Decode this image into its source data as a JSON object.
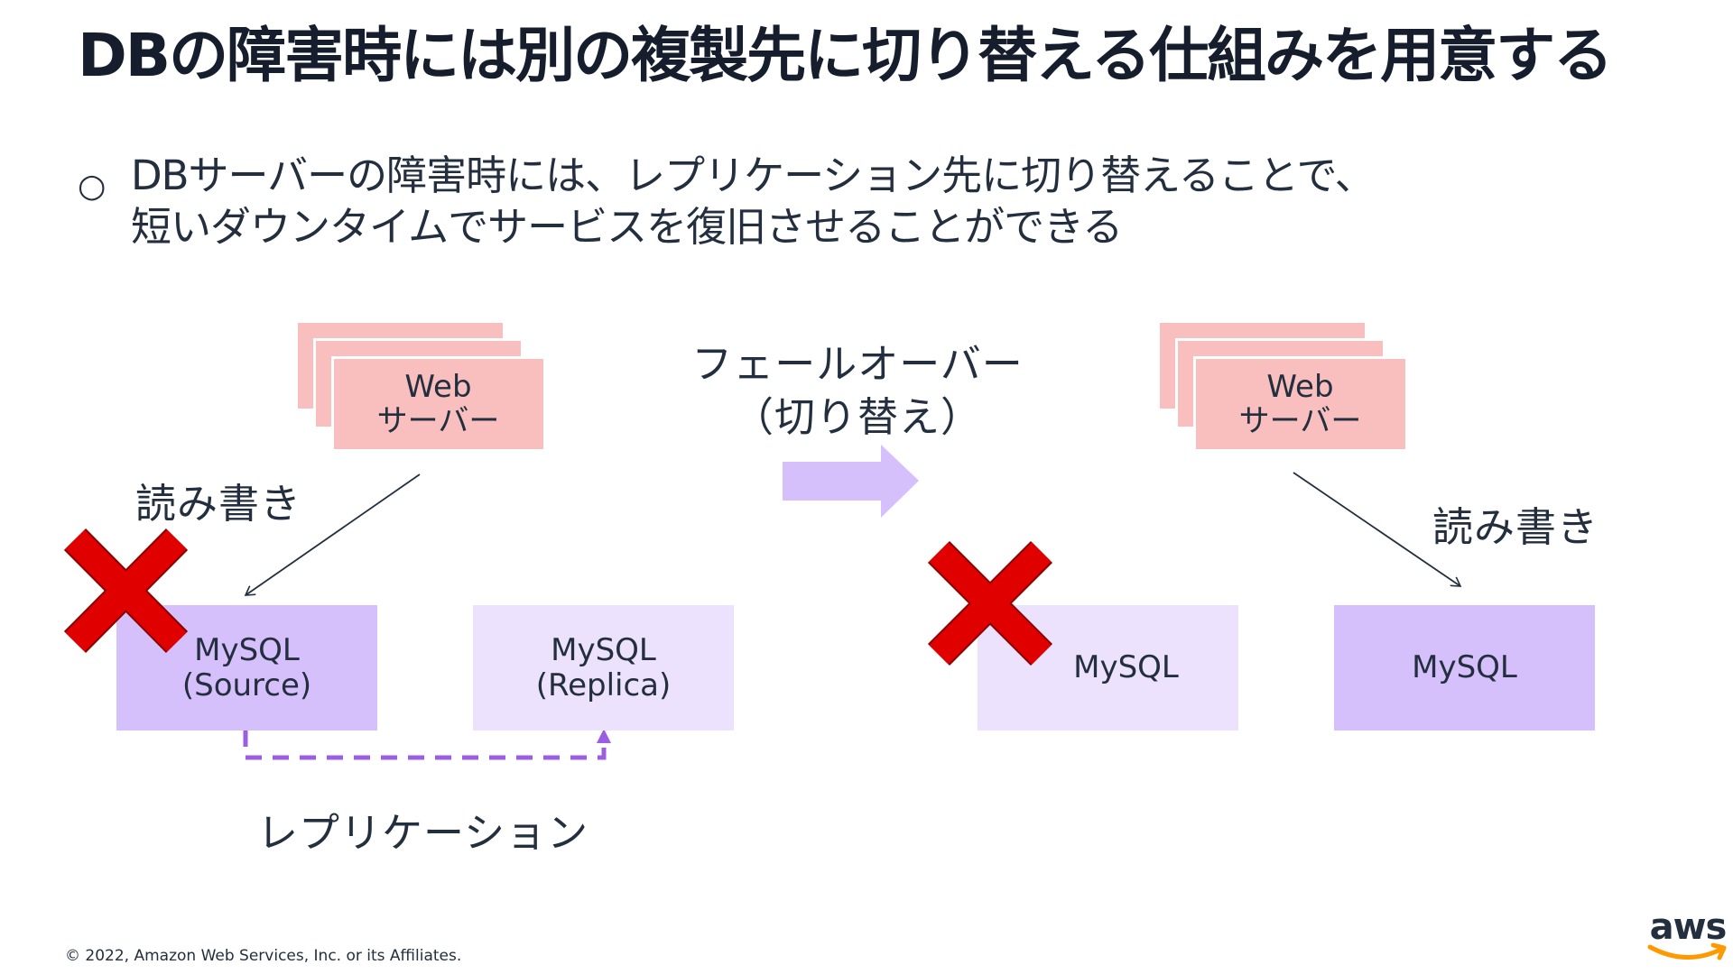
{
  "title": "DBの障害時には別の複製先に切り替える仕組みを用意する",
  "bullet": {
    "marker": "○",
    "line1": "DBサーバーの障害時には、レプリケーション先に切り替えることで、",
    "line2": "短いダウンタイムでサービスを復旧させることができる"
  },
  "left": {
    "web_label_line1": "Web",
    "web_label_line2": "サーバー",
    "read_write": "読み書き",
    "source_line1": "MySQL",
    "source_line2": "(Source)",
    "replica_line1": "MySQL",
    "replica_line2": "(Replica)",
    "replication": "レプリケーション"
  },
  "failover": {
    "line1": "フェールオーバー",
    "line2": "（切り替え）"
  },
  "right": {
    "web_label_line1": "Web",
    "web_label_line2": "サーバー",
    "read_write": "読み書き",
    "failed_db": "MySQL",
    "active_db": "MySQL"
  },
  "footer": {
    "copyright": "© 2022, Amazon Web Services, Inc. or its Affiliates.",
    "logo": "aws"
  },
  "colors": {
    "web_server": "#f9bfbf",
    "db_active": "#d6c0fb",
    "db_inactive": "#ece2fd",
    "arrow": "#d6c0fb",
    "replication_line": "#9c5fe3",
    "failure_x": "#e00000",
    "aws_smile": "#ff9900"
  }
}
